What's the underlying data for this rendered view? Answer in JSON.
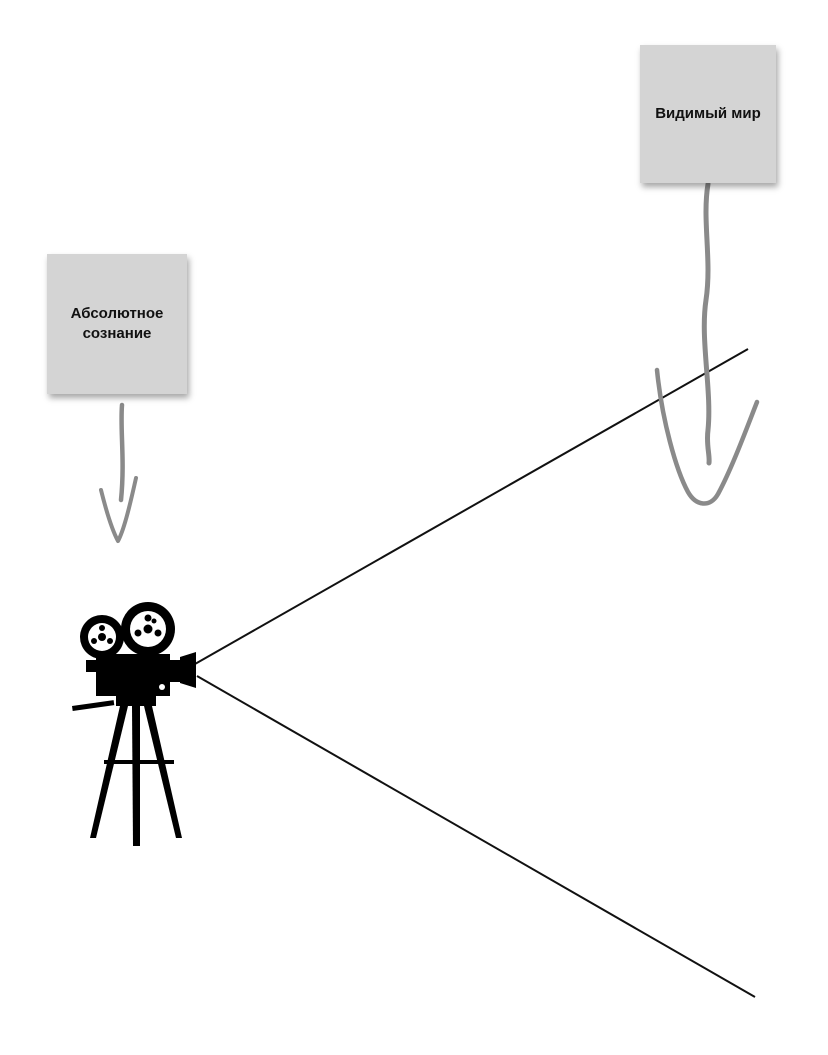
{
  "notes": {
    "absolute_consciousness": "Абсолютное сознание",
    "visible_world": "Видимый мир"
  },
  "colors": {
    "note_fill": "#d4d4d4",
    "arrow_stroke": "#8a8a8a",
    "ray_stroke": "#111111",
    "camera_fill": "#000000"
  },
  "icons": {
    "camera": "movie-camera-icon",
    "arrow": "hand-drawn-arrow"
  }
}
